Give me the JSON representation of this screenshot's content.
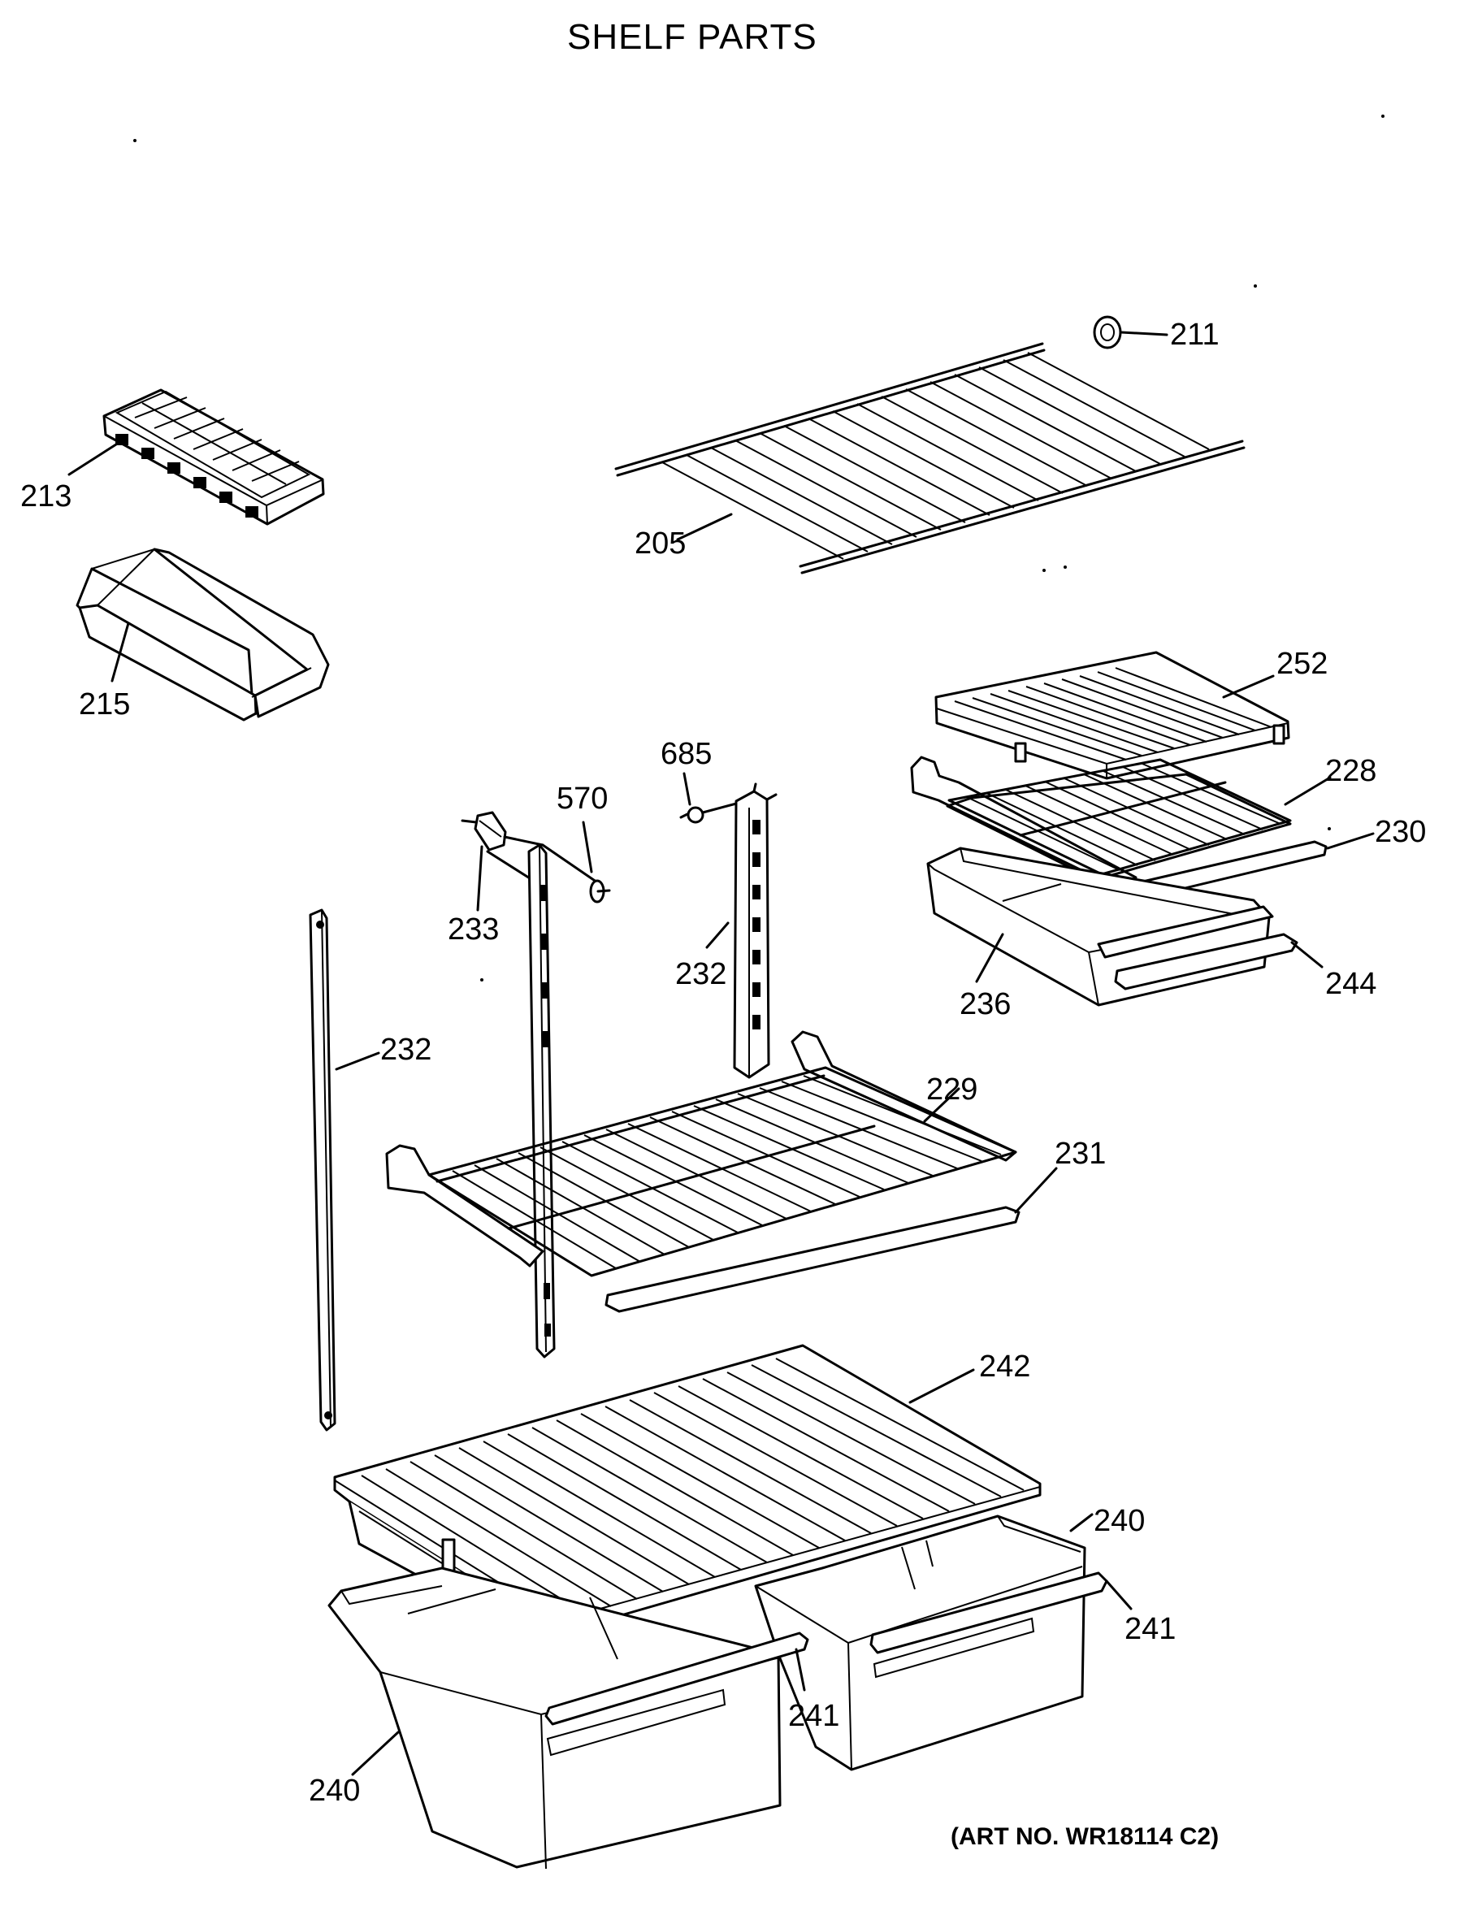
{
  "title": "SHELF PARTS",
  "art_number": "(ART NO. WR18114 C2)",
  "callouts": {
    "p211": "211",
    "p213": "213",
    "p205": "205",
    "p215": "215",
    "p252": "252",
    "p685": "685",
    "p570": "570",
    "p228": "228",
    "p230": "230",
    "p233": "233",
    "p232a": "232",
    "p244": "244",
    "p236": "236",
    "p232b": "232",
    "p229": "229",
    "p231": "231",
    "p242": "242",
    "p240a": "240",
    "p241a": "241",
    "p241b": "241",
    "p240b": "240"
  }
}
